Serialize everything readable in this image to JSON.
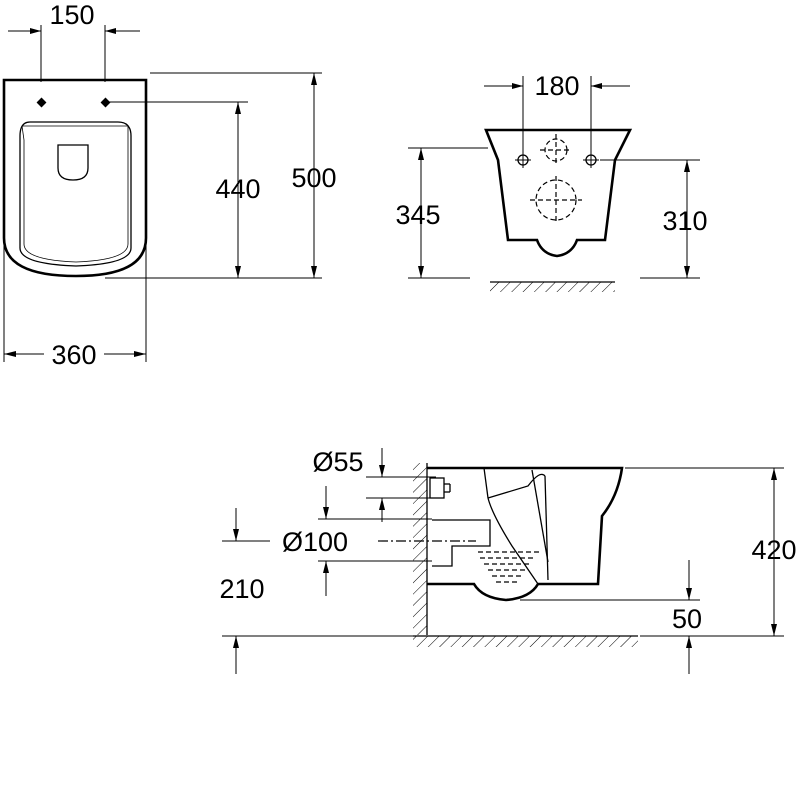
{
  "top_view": {
    "dim_hole_spacing": "150",
    "dim_seat_length": "440",
    "dim_total_length": "500",
    "dim_width": "360"
  },
  "front_view": {
    "dim_fixing_spacing": "180",
    "dim_height_left": "345",
    "dim_height_right": "310"
  },
  "side_view": {
    "dim_inlet_diameter": "Ø55",
    "dim_outlet_diameter": "Ø100",
    "dim_outlet_height": "210",
    "dim_total_height": "420",
    "dim_bottom_clearance": "50"
  }
}
